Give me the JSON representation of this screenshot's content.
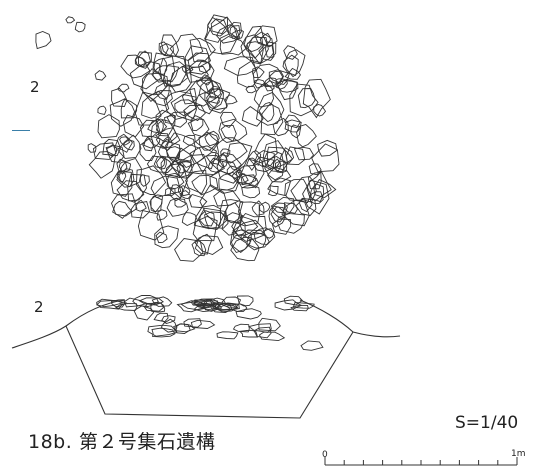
{
  "figure": {
    "plan_label": "2",
    "section_label": "2",
    "caption": "18b. 第２号集石遺構",
    "scale_text": "S=1/40",
    "scale_bar": {
      "start_label": "0",
      "end_label": "1m",
      "divisions": 10
    }
  },
  "colors": {
    "line": "#333333",
    "marker": "#3a7fa8",
    "background": "#ffffff"
  }
}
